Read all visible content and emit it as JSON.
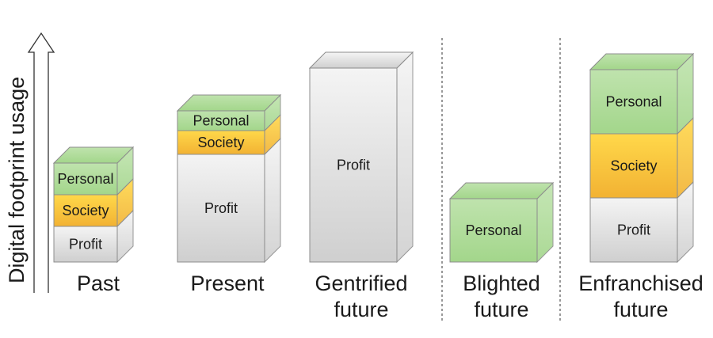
{
  "axis": {
    "label": "Digital footprint usage"
  },
  "columns": [
    {
      "label_lines": [
        "Past"
      ],
      "segments": [
        {
          "name": "Profit",
          "kind": "profit"
        },
        {
          "name": "Society",
          "kind": "society"
        },
        {
          "name": "Personal",
          "kind": "personal"
        }
      ]
    },
    {
      "label_lines": [
        "Present"
      ],
      "segments": [
        {
          "name": "Profit",
          "kind": "profit"
        },
        {
          "name": "Society",
          "kind": "society"
        },
        {
          "name": "Personal",
          "kind": "personal"
        }
      ]
    },
    {
      "label_lines": [
        "Gentrified",
        "future"
      ],
      "segments": [
        {
          "name": "Profit",
          "kind": "profit"
        }
      ]
    },
    {
      "label_lines": [
        "Blighted",
        "future"
      ],
      "segments": [
        {
          "name": "Personal",
          "kind": "personal"
        }
      ]
    },
    {
      "label_lines": [
        "Enfranchised",
        "future"
      ],
      "segments": [
        {
          "name": "Profit",
          "kind": "profit"
        },
        {
          "name": "Society",
          "kind": "society"
        },
        {
          "name": "Personal",
          "kind": "personal"
        }
      ]
    }
  ],
  "colors": {
    "profit": "#e0e0e0",
    "society": "#ffd040",
    "personal": "#b8e4a8",
    "outline": "#8c8c8c"
  }
}
